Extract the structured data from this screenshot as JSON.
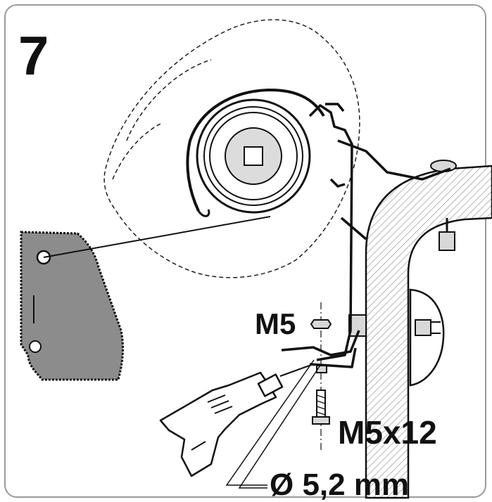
{
  "step_number": "7",
  "labels": {
    "nut": "M5",
    "screw": "M5x12",
    "drill_diameter": "Ø 5,2 mm"
  },
  "colors": {
    "ink": "#111111",
    "frame": "#9a9a9a",
    "detail_fill": "#8c8c8c",
    "drum_fill": "#dcdcdc",
    "bolt_fill": "#d8d8d8",
    "hatch": "#999999"
  },
  "icons": [
    "awning-cassette",
    "drum-detail",
    "drill-icon",
    "nut-icon",
    "screw-icon",
    "bolt-icon"
  ]
}
